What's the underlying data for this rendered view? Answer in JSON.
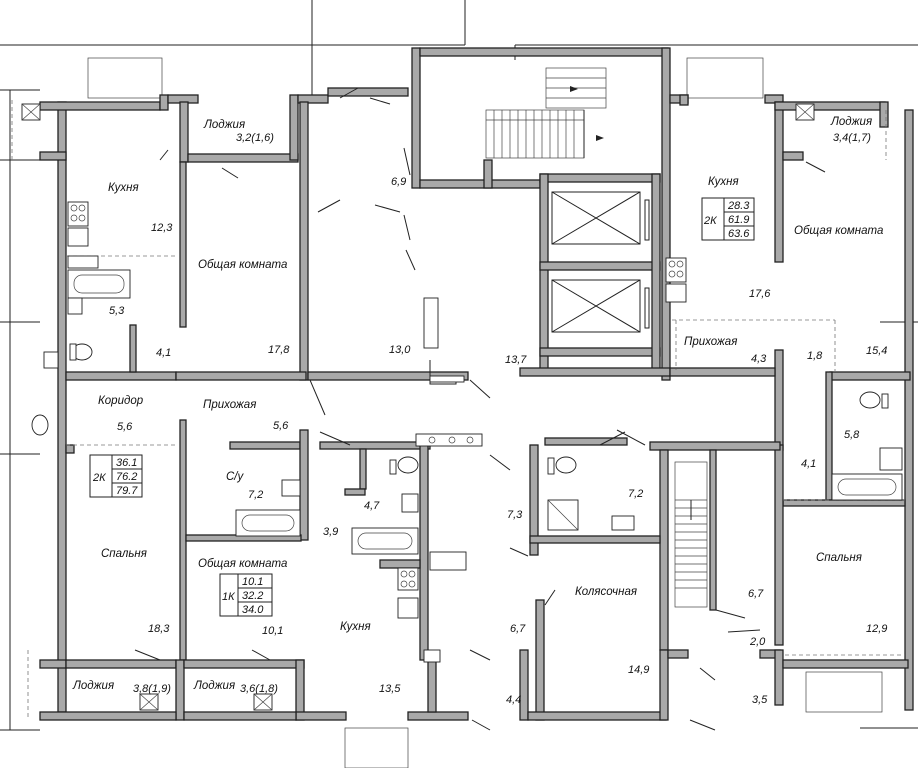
{
  "rooms": {
    "kitchen_left": "Кухня",
    "living_left_top": "Общая комната",
    "loggia_top_left": "Лоджия",
    "loggia_top_left_area": "3,2(1,6)",
    "loggia_top_right": "Лоджия",
    "loggia_top_right_area": "3,4(1,7)",
    "kitchen_right": "Кухня",
    "living_right": "Общая комната",
    "corridor": "Коридор",
    "hall_left": "Прихожая",
    "hall_right": "Прихожая",
    "wc": "С/у",
    "bedroom_left": "Спальня",
    "living_1k": "Общая комната",
    "kitchen_1k": "Кухня",
    "stroller": "Колясочная",
    "bedroom_right": "Спальня",
    "loggia_bottom_1": "Лоджия",
    "loggia_bottom_1_area": "3,8(1,9)",
    "loggia_bottom_2": "Лоджия",
    "loggia_bottom_2_area": "3,6(1,8)"
  },
  "areas": {
    "a12_3": "12,3",
    "a5_3": "5,3",
    "a4_1_left": "4,1",
    "a17_8": "17,8",
    "a6_9": "6,9",
    "a13_0": "13,0",
    "a13_7": "13,7",
    "a17_6": "17,6",
    "a4_3": "4,3",
    "a1_8": "1,8",
    "a15_4": "15,4",
    "a5_6_a": "5,6",
    "a5_6_b": "5,6",
    "a7_2_left": "7,2",
    "a4_7": "4,7",
    "a3_9": "3,9",
    "a7_3": "7,3",
    "a7_2_right": "7,2",
    "a5_8": "5,8",
    "a4_1_right": "4,1",
    "a18_3": "18,3",
    "a10_1": "10,1",
    "a13_5": "13,5",
    "a6_7_a": "6,7",
    "a14_9": "14,9",
    "a6_7_b": "6,7",
    "a2_0": "2,0",
    "a12_9": "12,9",
    "a4_4": "4,4",
    "a3_5": "3,5"
  },
  "apt_2k_left": {
    "type": "2К",
    "living": "36.1",
    "total": "76.2",
    "with_loggia": "79.7"
  },
  "apt_2k_right": {
    "type": "2К",
    "living": "28.3",
    "total": "61.9",
    "with_loggia": "63.6"
  },
  "apt_1k": {
    "type": "1К",
    "living": "10.1",
    "total": "32.2",
    "with_loggia": "34.0"
  },
  "colors": {
    "wall": "#a9a9a9",
    "line": "#222222",
    "background": "#ffffff"
  }
}
